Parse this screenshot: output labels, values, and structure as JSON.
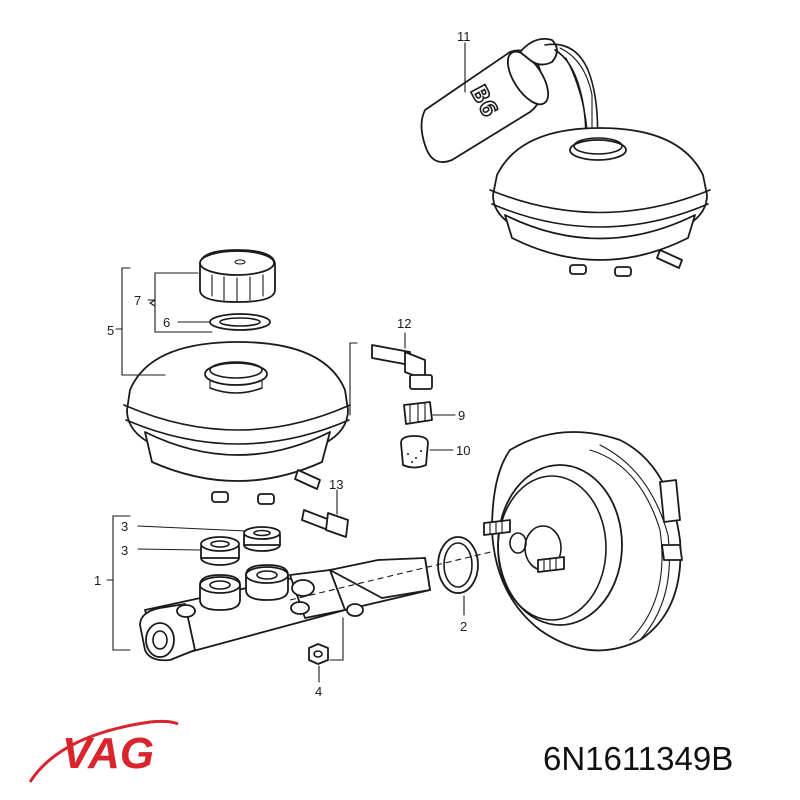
{
  "callouts": {
    "c11": "11",
    "c12": "12",
    "c7": "7",
    "c6": "6",
    "c5": "5",
    "c9": "9",
    "c10": "10",
    "c13": "13",
    "c3a": "3",
    "c3b": "3",
    "c1": "1",
    "c2": "2",
    "c4": "4"
  },
  "bottle_label": "B6",
  "brand": {
    "name": "VAG",
    "color": "#d9232d"
  },
  "part_number": "6N1611349B"
}
